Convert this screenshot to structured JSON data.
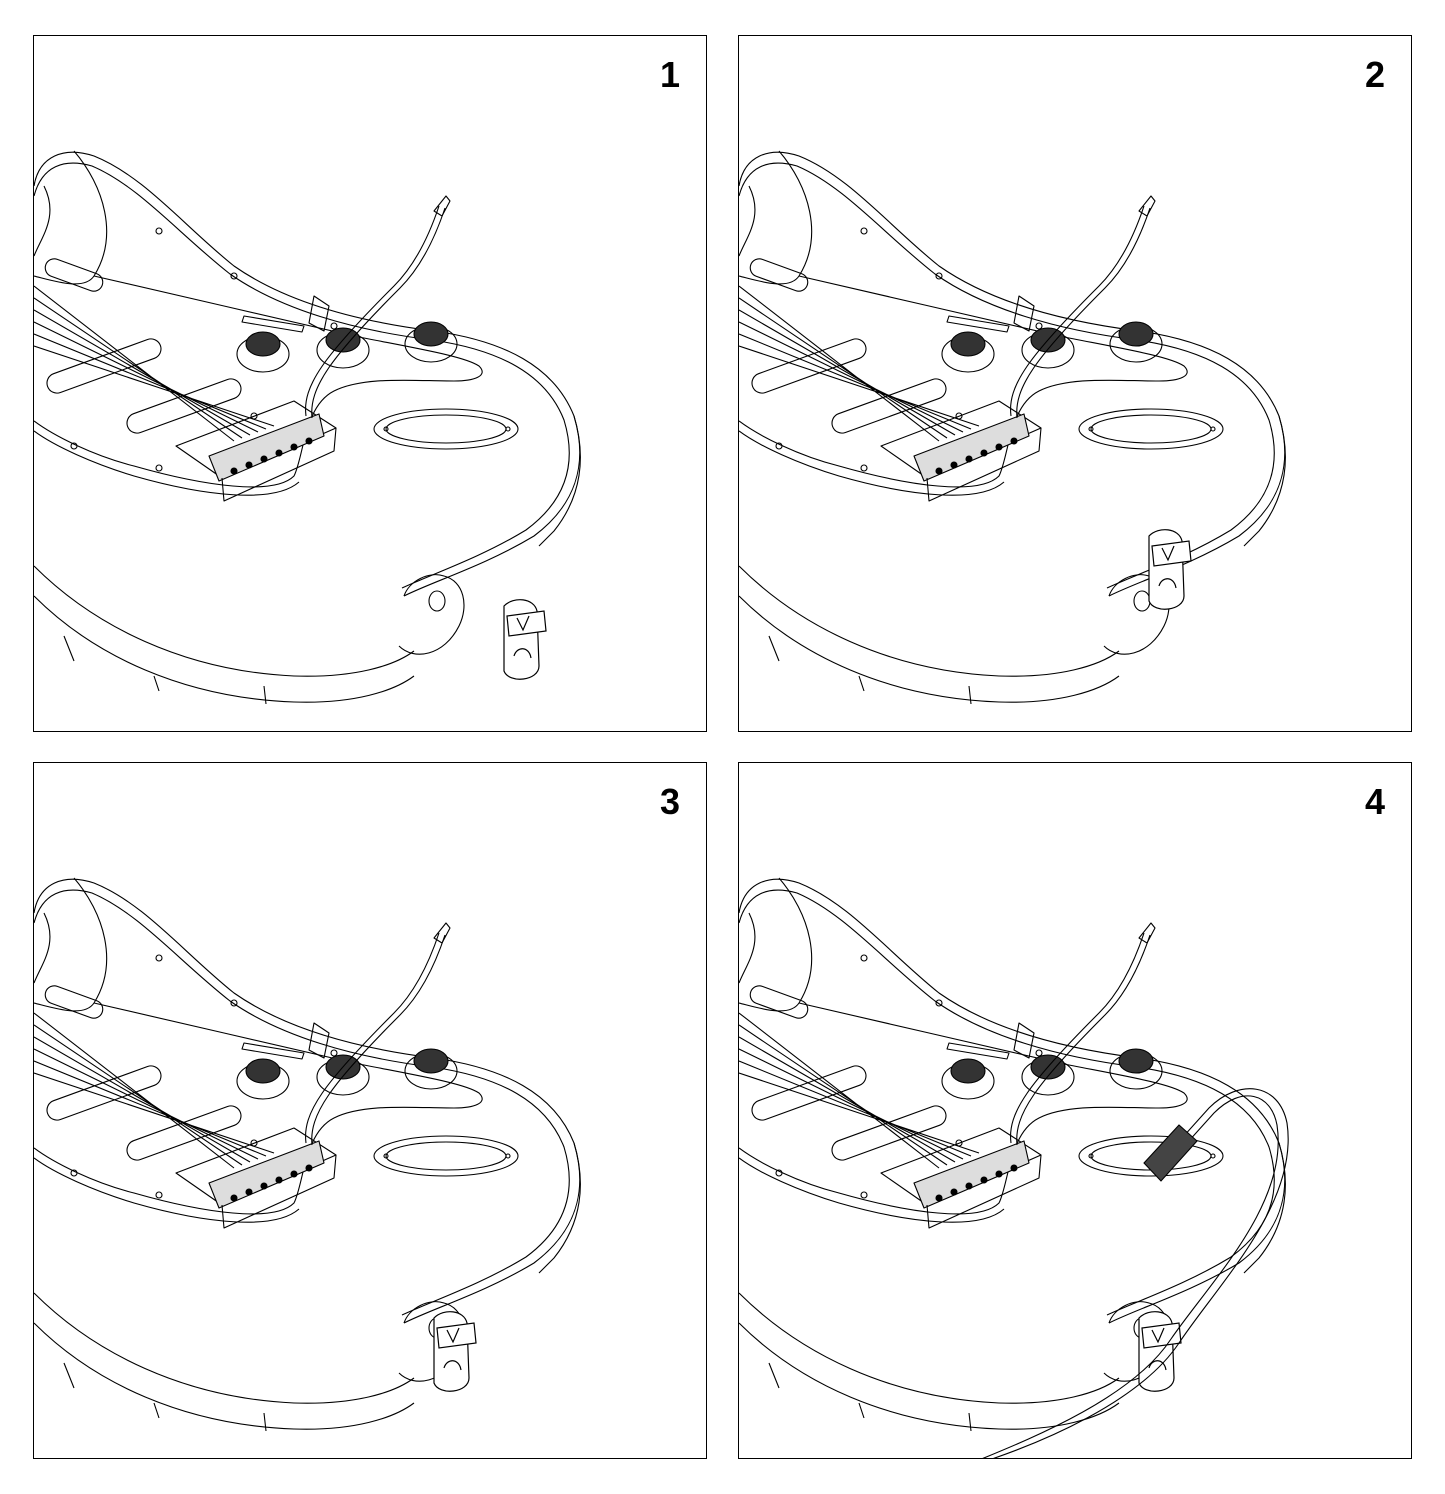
{
  "figure": {
    "panels": [
      {
        "step": "1"
      },
      {
        "step": "2"
      },
      {
        "step": "3"
      },
      {
        "step": "4"
      }
    ]
  }
}
